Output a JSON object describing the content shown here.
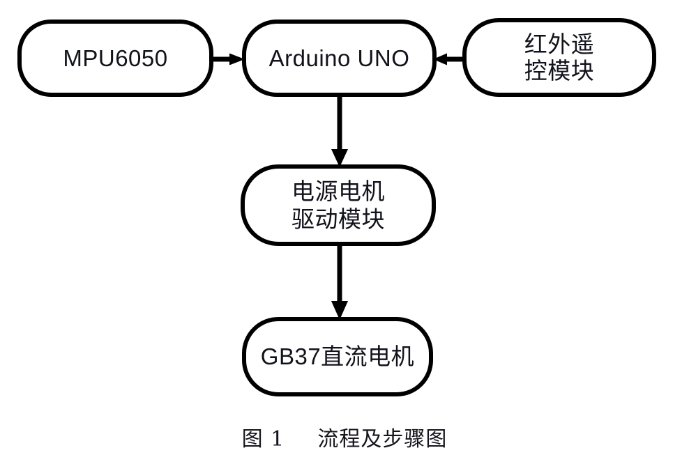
{
  "figure": {
    "caption_label": "图 1",
    "caption_title": "流程及步骤图",
    "background_color": "#ffffff",
    "stroke_color": "#000000",
    "text_color": "#12121c"
  },
  "nodes": [
    {
      "id": "mpu6050",
      "name": "MPU6050",
      "lines": [
        "MPU6050"
      ],
      "shape": "rounded-rectangle",
      "row": 1,
      "column": 1
    },
    {
      "id": "arduino",
      "name": "Arduino UNO",
      "lines": [
        "Arduino UNO"
      ],
      "shape": "rounded-rectangle",
      "row": 1,
      "column": 2
    },
    {
      "id": "ir_module",
      "name": "红外遥控模块",
      "lines": [
        "红外遥",
        "控模块"
      ],
      "shape": "rounded-rectangle",
      "row": 1,
      "column": 3
    },
    {
      "id": "motor_driver",
      "name": "电源电机驱动模块",
      "lines": [
        "电源电机",
        "驱动模块"
      ],
      "shape": "rounded-rectangle",
      "row": 2,
      "column": 2
    },
    {
      "id": "dc_motor",
      "name": "GB37直流电机",
      "lines": [
        "GB37直流电机"
      ],
      "shape": "rounded-rectangle",
      "row": 3,
      "column": 2
    }
  ],
  "connectors": [
    {
      "id": "mpu_to_arduino",
      "from": "mpu6050",
      "to": "arduino",
      "direction": "right",
      "style": "solid-arrow"
    },
    {
      "id": "ir_to_arduino",
      "from": "ir_module",
      "to": "arduino",
      "direction": "left",
      "style": "solid-arrow"
    },
    {
      "id": "arduino_to_driver",
      "from": "arduino",
      "to": "motor_driver",
      "direction": "down",
      "style": "solid-arrow"
    },
    {
      "id": "driver_to_motor",
      "from": "motor_driver",
      "to": "dc_motor",
      "direction": "down",
      "style": "solid-arrow"
    }
  ]
}
